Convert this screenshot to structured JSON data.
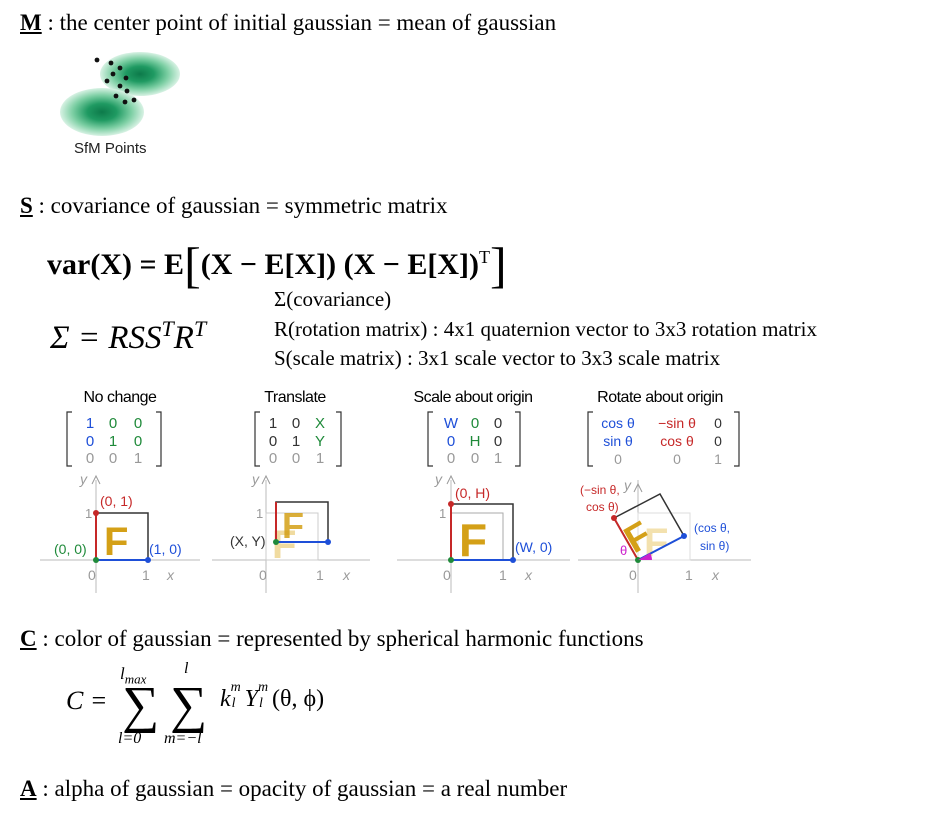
{
  "m_section": {
    "letter": "M",
    "text": " : the center point of initial gaussian = mean of gaussian",
    "sfm_caption": "SfM Points"
  },
  "s_section": {
    "letter": "S",
    "text": " : covariance of gaussian = symmetric matrix",
    "var_lhs": "var(X) = E",
    "var_inner": "(X − E[X]) (X − E[X])",
    "var_sup": "T",
    "sigma_lhs": "Σ = RSS",
    "sigma_sup1": "T",
    "sigma_mid": "R",
    "sigma_sup2": "T",
    "desc_sigma": "Σ(covariance)",
    "desc_r": "R(rotation matrix) : 4x1 quaternion vector to 3x3 rotation matrix",
    "desc_s": "S(scale matrix) : 3x1 scale vector to 3x3 scale matrix"
  },
  "transforms": [
    {
      "title": "No change",
      "matrix": [
        [
          "1",
          "0",
          "0"
        ],
        [
          "0",
          "1",
          "0"
        ],
        [
          "0",
          "0",
          "1"
        ]
      ],
      "labels": [
        "(0, 1)",
        "(0, 0)",
        "(1, 0)"
      ]
    },
    {
      "title": "Translate",
      "matrix": [
        [
          "1",
          "0",
          "X"
        ],
        [
          "0",
          "1",
          "Y"
        ],
        [
          "0",
          "0",
          "1"
        ]
      ],
      "labels": [
        "(X, Y)"
      ]
    },
    {
      "title": "Scale about origin",
      "matrix": [
        [
          "W",
          "0",
          "0"
        ],
        [
          "0",
          "H",
          "0"
        ],
        [
          "0",
          "0",
          "1"
        ]
      ],
      "labels": [
        "(0, H)",
        "(W, 0)"
      ]
    },
    {
      "title": "Rotate about origin",
      "matrix": [
        [
          "cos θ",
          "−sin θ",
          "0"
        ],
        [
          "sin θ",
          "cos θ",
          "0"
        ],
        [
          "0",
          "0",
          "1"
        ]
      ],
      "labels": [
        "(−sin θ,",
        "cos θ)",
        "(cos θ,",
        "sin θ)",
        "θ"
      ]
    }
  ],
  "axis": {
    "origin": "0",
    "one": "1",
    "x": "x",
    "y": "y"
  },
  "c_section": {
    "letter": "C",
    "text": " : color of gaussian = represented by spherical harmonic functions",
    "lhs": "C =",
    "sum1_top": "l",
    "sum1_top_sub": "max",
    "sum1_bottom": "l=0",
    "sum2_top": "l",
    "sum2_bottom": "m=−l",
    "sigma_symbol": "∑",
    "term": "k",
    "term_sup": "m",
    "term_sub": "l",
    "y_term": "Y",
    "y_sup": "m",
    "y_sub": "l",
    "args": "(θ, ϕ)"
  },
  "a_section": {
    "letter": "A",
    "text": " : alpha of gaussian = opacity of gaussian = a real number"
  },
  "colors": {
    "gaussian_green": "#1f9a62",
    "axis_red": "#c62828",
    "axis_blue": "#1e4fd8",
    "axis_green": "#1f8a3a",
    "f_gold": "#d4a017",
    "theta_magenta": "#cc22cc"
  }
}
